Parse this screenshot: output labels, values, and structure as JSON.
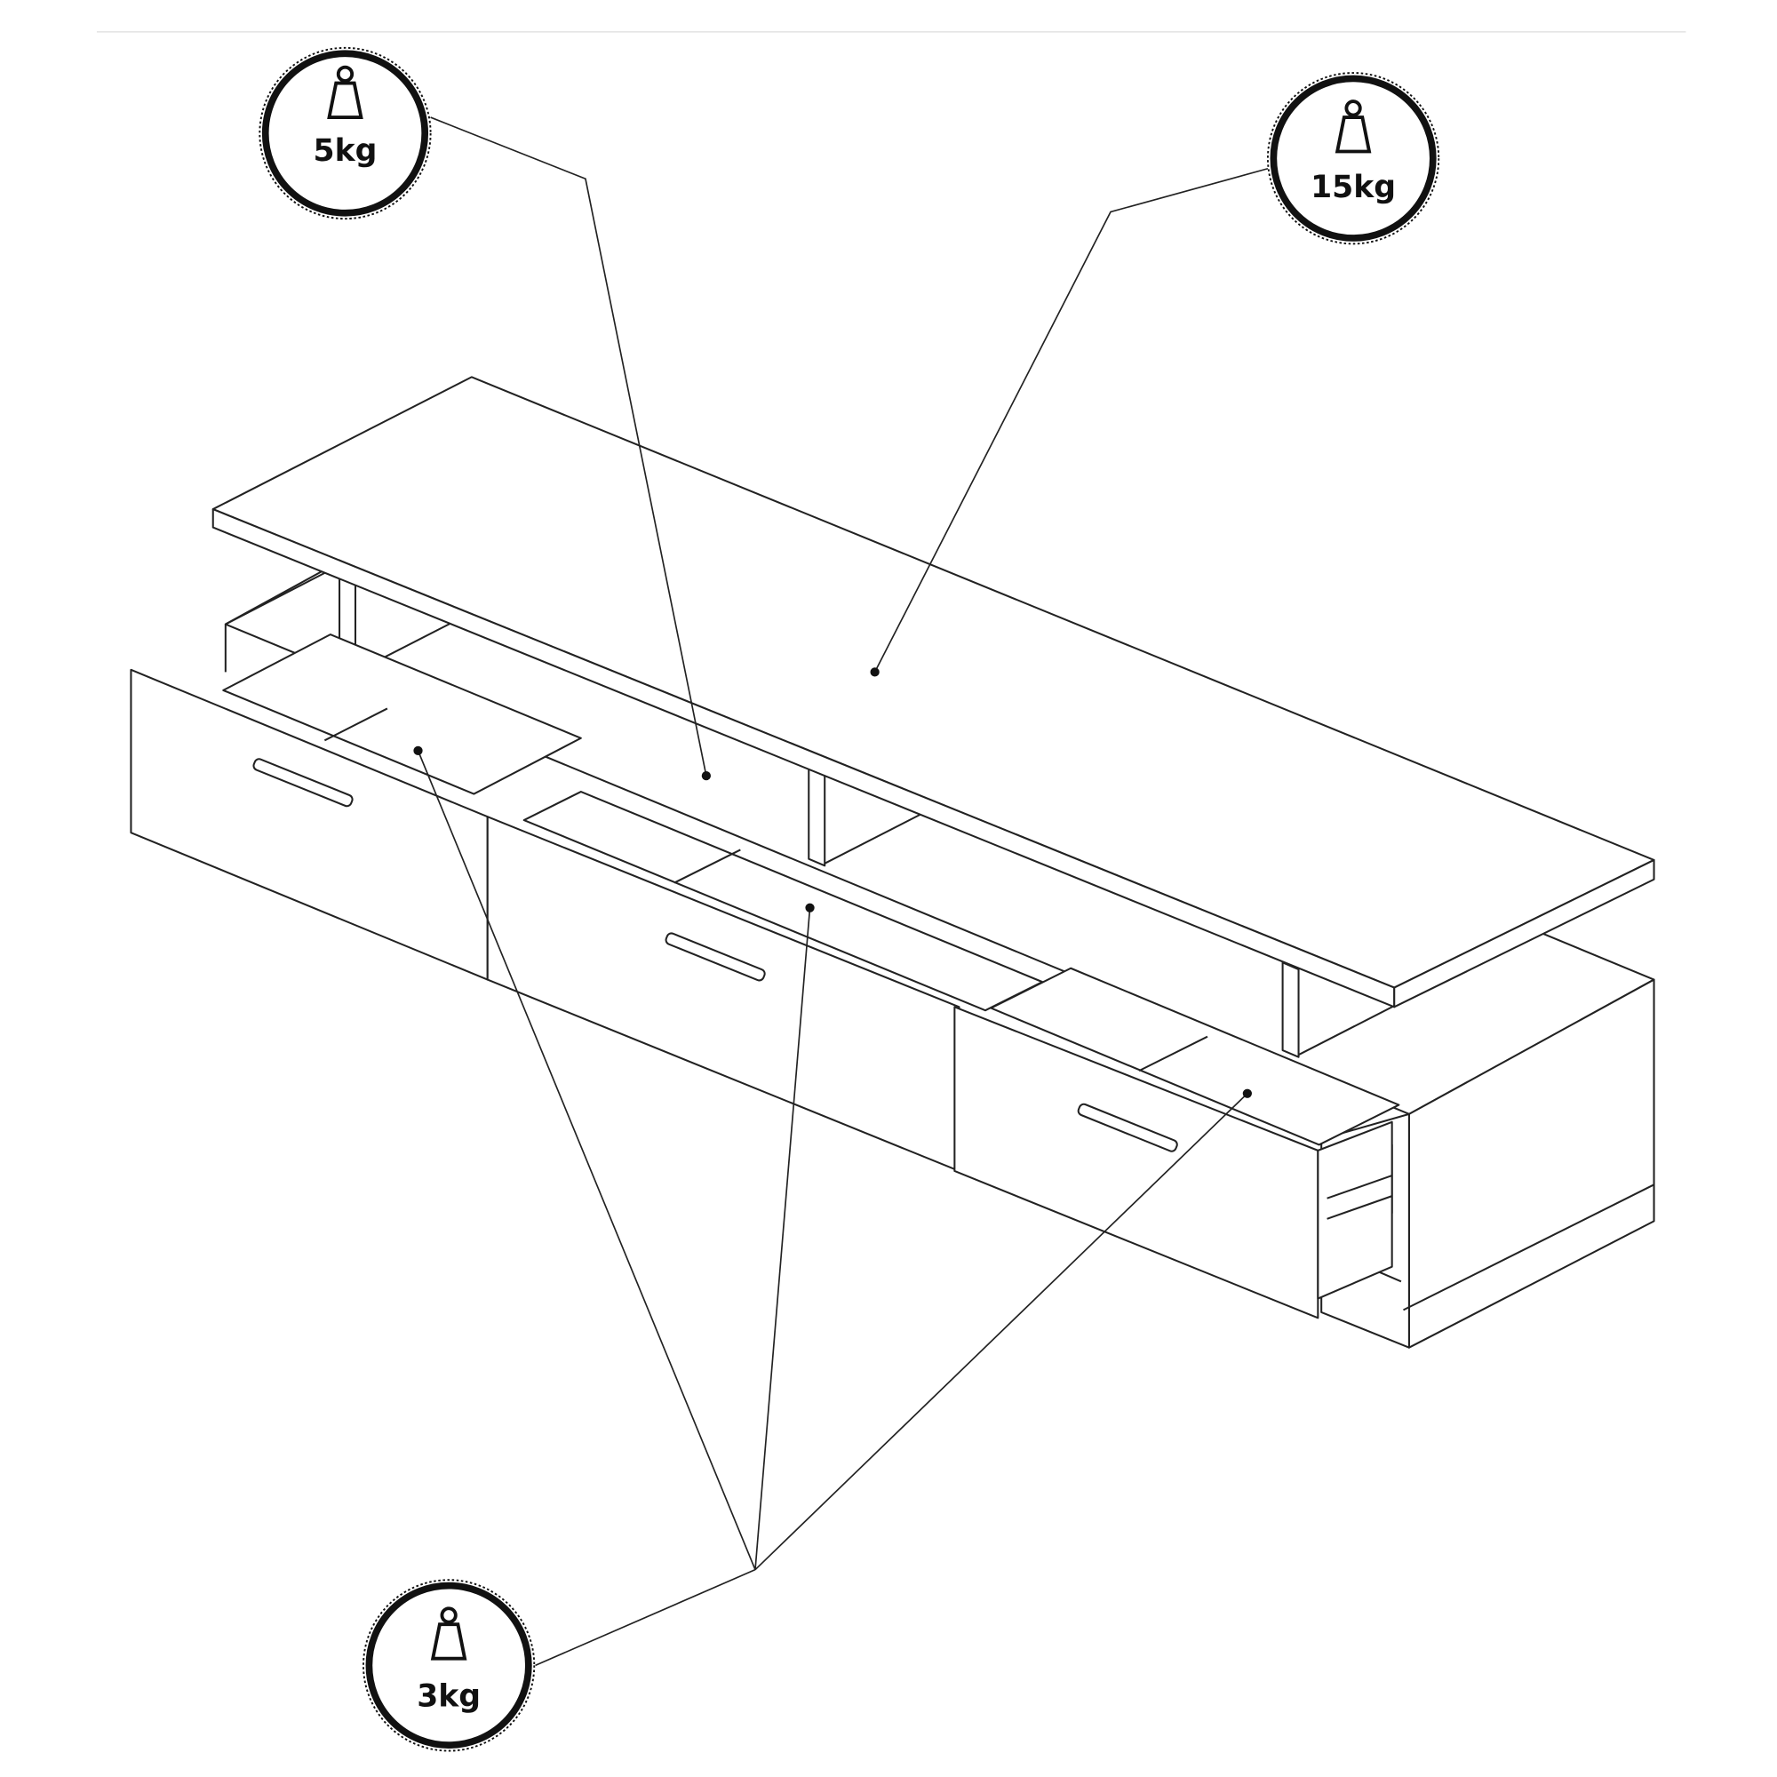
{
  "badges": {
    "shelf_middle": {
      "label": "5kg",
      "icon": "weight-icon"
    },
    "top_shelf": {
      "label": "15kg",
      "icon": "weight-icon"
    },
    "drawers": {
      "label": "3kg",
      "icon": "weight-icon"
    }
  },
  "colors": {
    "line": "#222222",
    "background": "#ffffff"
  }
}
